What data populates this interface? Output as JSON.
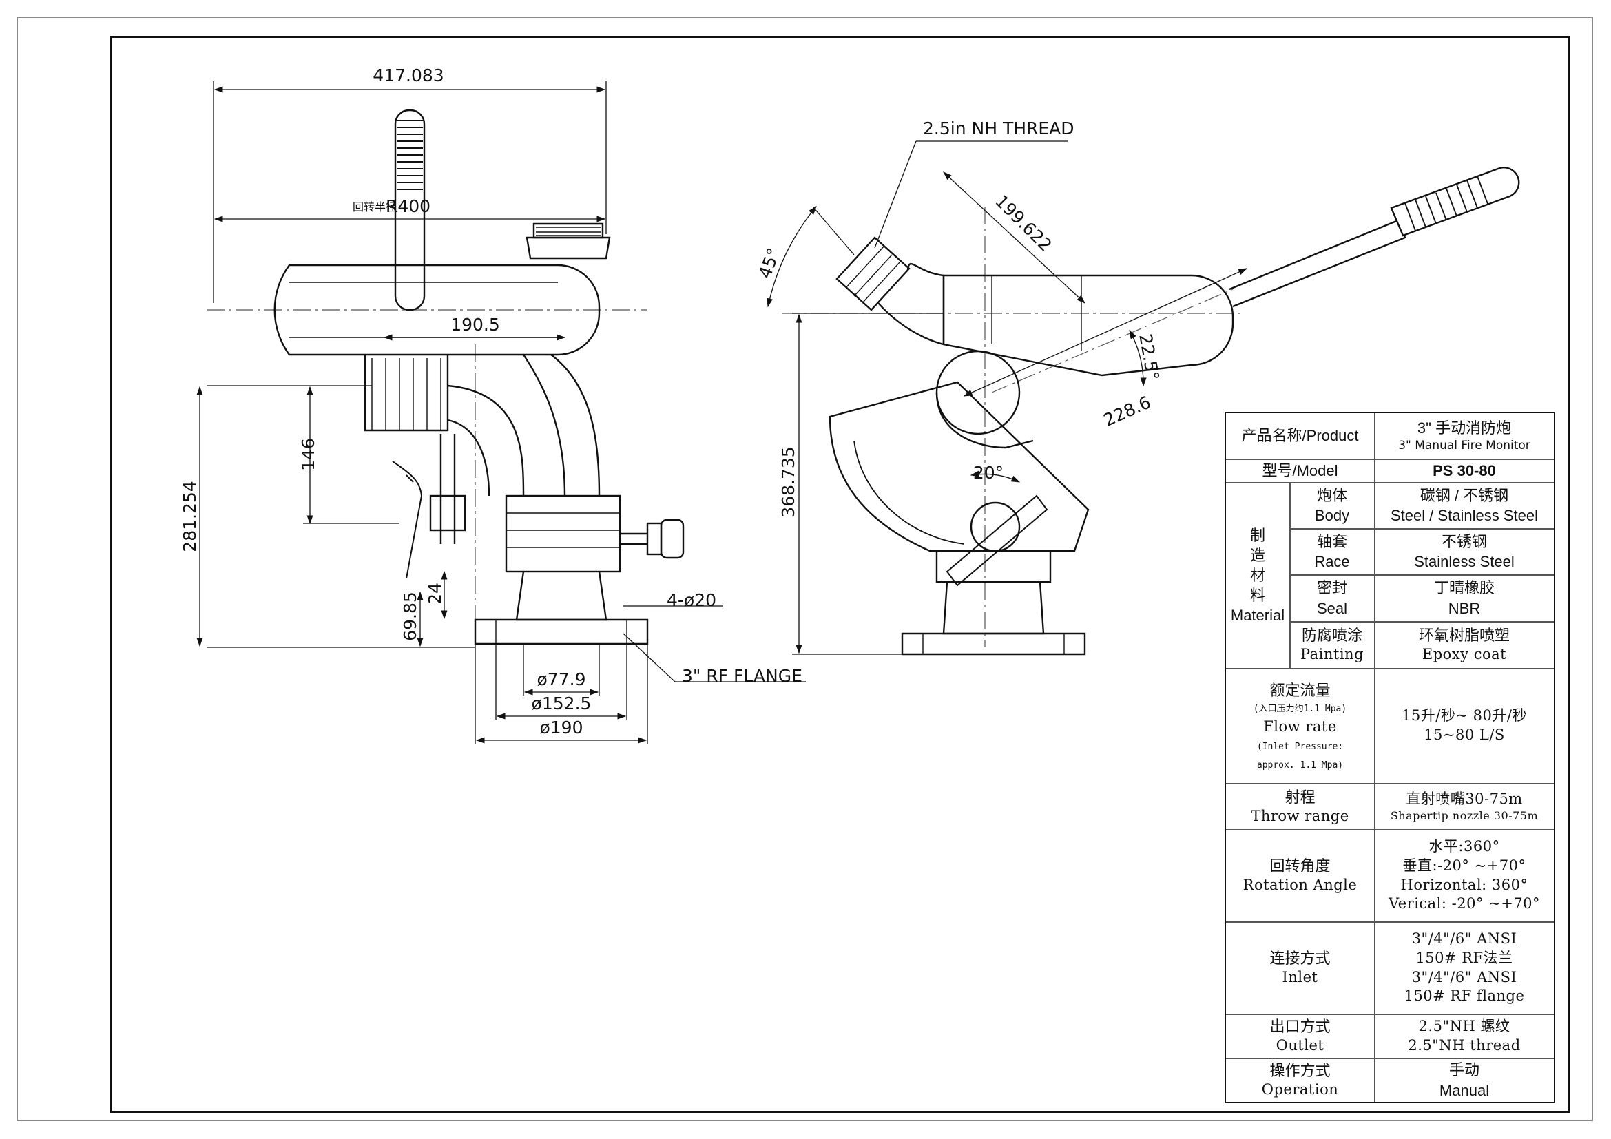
{
  "drawing": {
    "dimensions": {
      "overall_width": "417.083",
      "radius": "R400",
      "radius_prefix": "回转半径",
      "offset_width": "190.5",
      "height_146": "146",
      "height_281": "281.254",
      "height_69": "69.85",
      "height_24": "24",
      "bolt_holes": "4-ø20",
      "diam_77": "ø77.9",
      "diam_152": "ø152.5",
      "diam_190": "ø190",
      "flange_label": "3\" RF FLANGE",
      "thread_label": "2.5in NH THREAD",
      "angle_45": "45°",
      "len_199": "199.622",
      "angle_22": "22.5°",
      "len_228": "228.6",
      "angle_20": "20°",
      "height_368": "368.735"
    }
  },
  "spec": {
    "product": {
      "label": "产品名称/Product",
      "value_cn": "3\" 手动消防炮",
      "value_en": "3\" Manual Fire Monitor"
    },
    "model": {
      "label": "型号/Model",
      "value": "PS 30-80"
    },
    "material": {
      "label_chars": [
        "制",
        "造",
        "材",
        "料"
      ],
      "label_en": "Material",
      "rows": [
        {
          "cn": "炮体",
          "en": "Body",
          "value_cn": "碳钢 / 不锈钢",
          "value_en": "Steel / Stainless Steel"
        },
        {
          "cn": "轴套",
          "en": "Race",
          "value_cn": "不锈钢",
          "value_en": "Stainless Steel"
        },
        {
          "cn": "密封",
          "en": "Seal",
          "value_cn": "丁晴橡胶",
          "value_en": "NBR"
        },
        {
          "cn": "防腐喷涂",
          "en": "Painting",
          "value_cn": "环氧树脂喷塑",
          "value_en": "Epoxy coat"
        }
      ]
    },
    "flow": {
      "label_cn": "额定流量",
      "note_cn": "(入口压力约1.1 Mpa)",
      "label_en": "Flow  rate",
      "note_en_1": "(Inlet Pressure:",
      "note_en_2": "approx. 1.1 Mpa)",
      "value_cn": "15升/秒~ 80升/秒",
      "value_en": "15~80 L/S"
    },
    "throw": {
      "label_cn": "射程",
      "label_en": "Throw range",
      "value_cn": "直射喷嘴30-75m",
      "value_en": "Shapertip nozzle 30-75m"
    },
    "rotation": {
      "label_cn": "回转角度",
      "label_en": "Rotation Angle",
      "v1": "水平:360°",
      "v2": "垂直:-20° ~+70°",
      "v3": "Horizontal: 360°",
      "v4": "Verical: -20° ~+70°"
    },
    "inlet": {
      "label_cn": "连接方式",
      "label_en": "Inlet",
      "v1": "3\"/4\"/6\" ANSI",
      "v2": "150# RF法兰",
      "v3": "3\"/4\"/6\"  ANSI",
      "v4": "150# RF flange"
    },
    "outlet": {
      "label_cn": "出口方式",
      "label_en": "Outlet",
      "value_cn": "2.5\"NH 螺纹",
      "value_en": "2.5\"NH thread"
    },
    "operation": {
      "label_cn": "操作方式",
      "label_en": "Operation",
      "value_cn": "手动",
      "value_en": "Manual"
    }
  }
}
